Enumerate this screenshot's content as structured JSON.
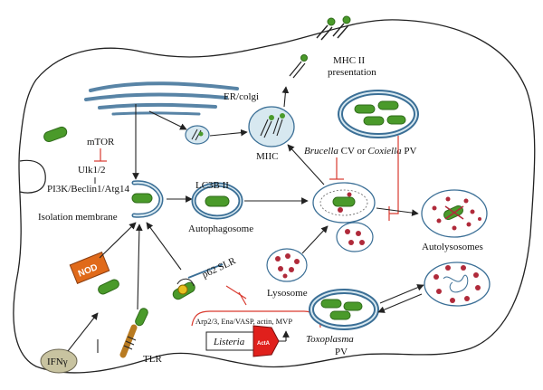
{
  "labels": {
    "mhc": [
      "MHC II",
      "presentation"
    ],
    "er_golgi": "ER/colgi",
    "mtor": "mTOR",
    "ulk": "Ulk1/2",
    "pi3k": "PI3K/Beclin1/Atg14",
    "isolation": "Isolation membrane",
    "miic": "MIIC",
    "lc3b": "LC3B II",
    "autophagosome": "Autophagosome",
    "brucella": "Brucella",
    "cv_or": " CV or ",
    "coxiella": "Coxiella",
    "pv": " PV",
    "lysosome": "Lysosome",
    "autolysosomes": "Autolysosomes",
    "nod": "NOD",
    "p62": "p62 SLR",
    "arp": "Arp2/3, Ena/VASP, actin, MVP",
    "listeria": "Listeria",
    "acta": "ActA",
    "toxoplasma": "Toxoplasma",
    "toxo_pv": "PV",
    "ifn": "IFNγ",
    "tlr": "TLR"
  },
  "colors": {
    "bacteria": "#4a9a2a",
    "bacteria_dark": "#2f6b1a",
    "vacuole": "#d7e8f0",
    "vacuole_border": "#3b6f96",
    "lysosome_dot": "#b02a3a",
    "nod": "#e06a1a",
    "listeria_tail": "#e0201c",
    "inhibit": "#d93a2f",
    "ifn_fill": "#c8c3a0",
    "tlr": "#b87a20"
  }
}
